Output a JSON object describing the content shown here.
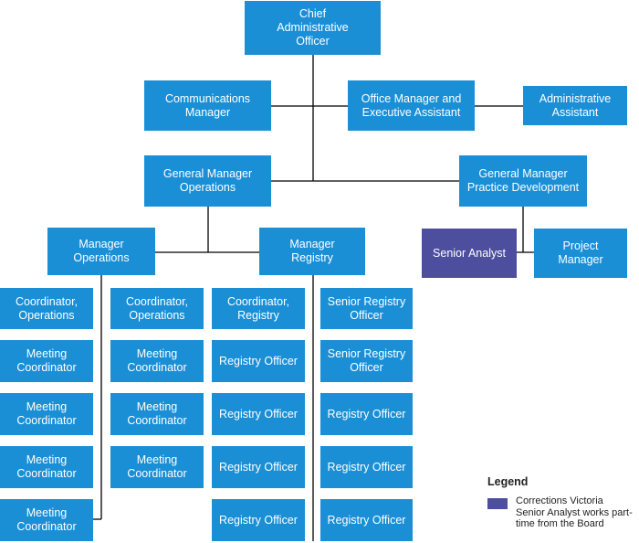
{
  "colors": {
    "box": "#1a8fd6",
    "highlight": "#4d4f9e",
    "line": "#000000"
  },
  "nodes": {
    "cao": "Chief\nAdministrative\nOfficer",
    "comms": "Communications\nManager",
    "office_mgr": "Office Manager and\nExecutive Assistant",
    "admin_asst": "Administrative\nAssistant",
    "gm_ops": "General Manager\nOperations",
    "gm_pd": "General Manager\nPractice Development",
    "mgr_ops": "Manager\nOperations",
    "mgr_reg": "Manager\nRegistry",
    "senior_analyst": "Senior Analyst",
    "project_mgr": "Project\nManager"
  },
  "ops_column_1": [
    "Coordinator,\nOperations",
    "Meeting\nCoordinator",
    "Meeting\nCoordinator",
    "Meeting\nCoordinator",
    "Meeting\nCoordinator"
  ],
  "ops_column_2": [
    "Coordinator,\nOperations",
    "Meeting\nCoordinator",
    "Meeting\nCoordinator",
    "Meeting\nCoordinator"
  ],
  "registry_column_1": [
    "Coordinator,\nRegistry",
    "Registry Officer",
    "Registry Officer",
    "Registry Officer",
    "Registry Officer"
  ],
  "registry_column_2": [
    "Senior Registry\nOfficer",
    "Senior Registry\nOfficer",
    "Registry Officer",
    "Registry Officer",
    "Registry Officer"
  ],
  "legend": {
    "title": "Legend",
    "text": "Corrections Victoria Senior Analyst works part-time from the Board"
  }
}
